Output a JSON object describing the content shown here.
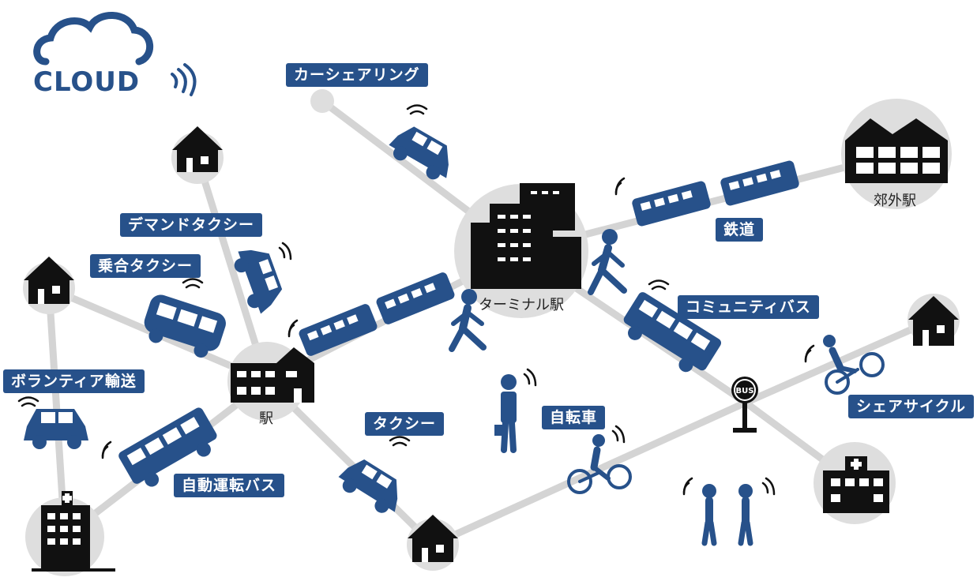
{
  "logo": {
    "text": "CLOUD"
  },
  "labels": {
    "car_sharing": "カーシェアリング",
    "demand_taxi": "デマンドタクシー",
    "shared_taxi": "乗合タクシー",
    "volunteer_transport": "ボランティア輸送",
    "autonomous_bus": "自動運転バス",
    "taxi": "タクシー",
    "bicycle": "自転車",
    "community_bus": "コミュニティバス",
    "railway": "鉄道",
    "share_cycle": "シェアサイクル"
  },
  "hubs": {
    "terminal_station": "ターミナル駅",
    "station": "駅",
    "suburban_station": "郊外駅"
  },
  "bus_stop_sign": "BUS",
  "colors": {
    "accent": "#27518a",
    "line": "#d4d4d4",
    "node": "#dedede",
    "dark": "#111111"
  }
}
